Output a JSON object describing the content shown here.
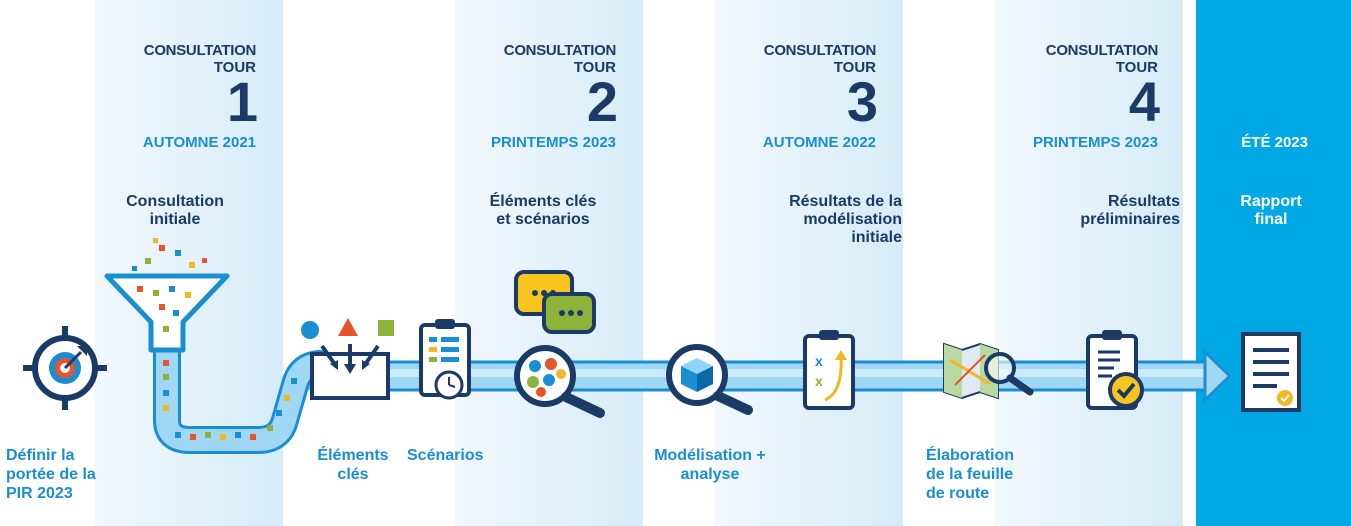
{
  "rounds": [
    {
      "line1": "CONSULTATION",
      "line2": "TOUR",
      "number": "1",
      "season": "AUTOMNE 2021",
      "title": "Consultation\ninitiale"
    },
    {
      "line1": "CONSULTATION",
      "line2": "TOUR",
      "number": "2",
      "season": "PRINTEMPS 2023",
      "title": "Éléments clés\net scénarios"
    },
    {
      "line1": "CONSULTATION",
      "line2": "TOUR",
      "number": "3",
      "season": "AUTOMNE 2022",
      "title": "Résultats de la\nmodélisation\ninitiale"
    },
    {
      "line1": "CONSULTATION",
      "line2": "TOUR",
      "number": "4",
      "season": "PRINTEMPS 2023",
      "title": "Résultats\npréliminaires"
    }
  ],
  "final": {
    "season": "ÉTÉ 2023",
    "title": "Rapport\nfinal"
  },
  "bottom_labels": {
    "scope": "Définir la\nportée de la\nPIR 2023",
    "key_elements": "Éléments\nclés",
    "scenarios": "Scénarios",
    "modeling": "Modélisation +\nanalyse",
    "roadmap": "Élaboration\nde la feuille\nde route"
  },
  "colors": {
    "navy": "#1b3a66",
    "blue": "#1a8ed3",
    "final_panel": "#00a9e6",
    "panel_light": "#e3f1fa"
  },
  "icons": [
    "target-icon",
    "funnel-icon",
    "shapes-sort-icon",
    "clipboard-clock-icon",
    "chat-magnifier-icon",
    "cube-magnifier-icon",
    "clipboard-strategy-icon",
    "map-magnifier-icon",
    "clipboard-check-icon",
    "report-icon"
  ]
}
